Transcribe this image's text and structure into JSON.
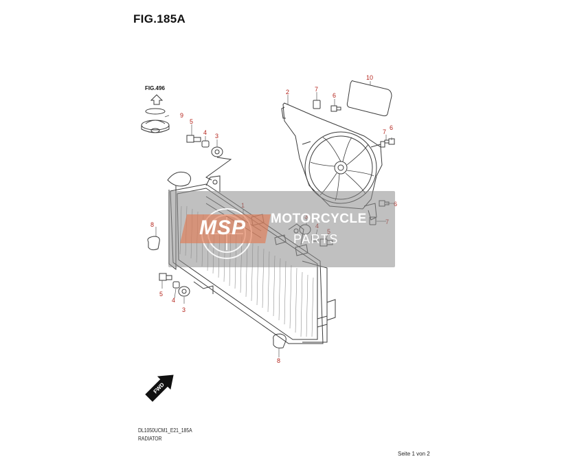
{
  "title": "FIG.185A",
  "ref_fig": "FIG.496",
  "footer": {
    "code": "DL1050UCM1_E21_185A",
    "name": "RADIATOR"
  },
  "page_label": "Seite 1 von 2",
  "watermark": {
    "logo": "MSP",
    "line1": "MOTORCYCLE",
    "line2": "PARTS"
  },
  "callouts": {
    "c1": "1",
    "c2": "2",
    "c3a": "3",
    "c3b": "3",
    "c3c": "3",
    "c4a": "4",
    "c4b": "4",
    "c4c": "4",
    "c5a": "5",
    "c5b": "5",
    "c5c": "5",
    "c6a": "6",
    "c6b": "6",
    "c6c": "6",
    "c7a": "7",
    "c7b": "7",
    "c7c": "7",
    "c8a": "8",
    "c8b": "8",
    "c9": "9",
    "c10": "10"
  },
  "fwd_label": "FWD",
  "colors": {
    "callout": "#b4241c",
    "line": "#3a3a3a",
    "watermark_logo": "#e07b55"
  }
}
